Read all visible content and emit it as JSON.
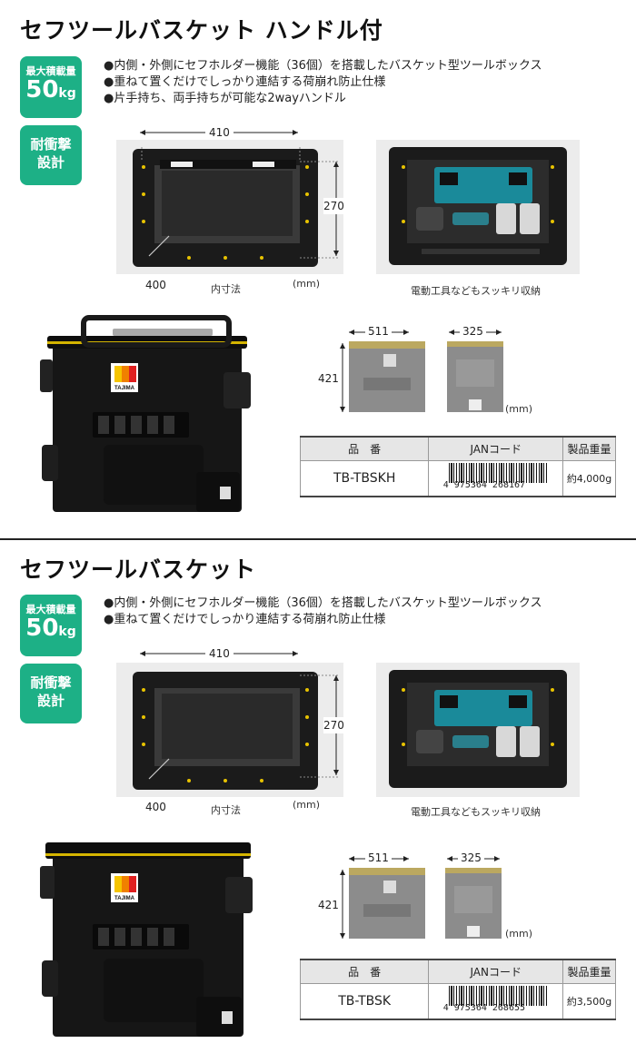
{
  "products": [
    {
      "title": "セフツールバスケット ハンドル付",
      "badge_load_label": "最大積載量",
      "badge_load_value": "50",
      "badge_load_unit": "kg",
      "badge_impact_line1": "耐衝撃",
      "badge_impact_line2": "設計",
      "features": [
        "●内側・外側にセフホルダー機能（36個）を搭載したバスケット型ツールボックス",
        "●重ねて置くだけでしっかり連結する荷崩れ防止仕様",
        "●片手持ち、両手持ちが可能な2wayハンドル"
      ],
      "inner_width": "410",
      "inner_height": "270",
      "inner_depth": "400",
      "inner_caption": "内寸法",
      "unit_mm": "(mm)",
      "tools_caption": "電動工具などもスッキリ収納",
      "outer_width": "511",
      "outer_depth": "325",
      "outer_height": "421",
      "outer_unit": "(mm)",
      "logo_text": "TAJIMA",
      "table_headers": [
        "品　番",
        "JANコード",
        "製品重量"
      ],
      "model": "TB-TBSKH",
      "jan": "4 975364 268167",
      "weight": "約4,000g"
    },
    {
      "title": "セフツールバスケット",
      "badge_load_label": "最大積載量",
      "badge_load_value": "50",
      "badge_load_unit": "kg",
      "badge_impact_line1": "耐衝撃",
      "badge_impact_line2": "設計",
      "features": [
        "●内側・外側にセフホルダー機能（36個）を搭載したバスケット型ツールボックス",
        "●重ねて置くだけでしっかり連結する荷崩れ防止仕様"
      ],
      "inner_width": "410",
      "inner_height": "270",
      "inner_depth": "400",
      "inner_caption": "内寸法",
      "unit_mm": "(mm)",
      "tools_caption": "電動工具などもスッキリ収納",
      "outer_width": "511",
      "outer_depth": "325",
      "outer_height": "421",
      "outer_unit": "(mm)",
      "logo_text": "TAJIMA",
      "table_headers": [
        "品　番",
        "JANコード",
        "製品重量"
      ],
      "model": "TB-TBSK",
      "jan": "4 975364 268655",
      "weight": "約3,500g"
    }
  ]
}
